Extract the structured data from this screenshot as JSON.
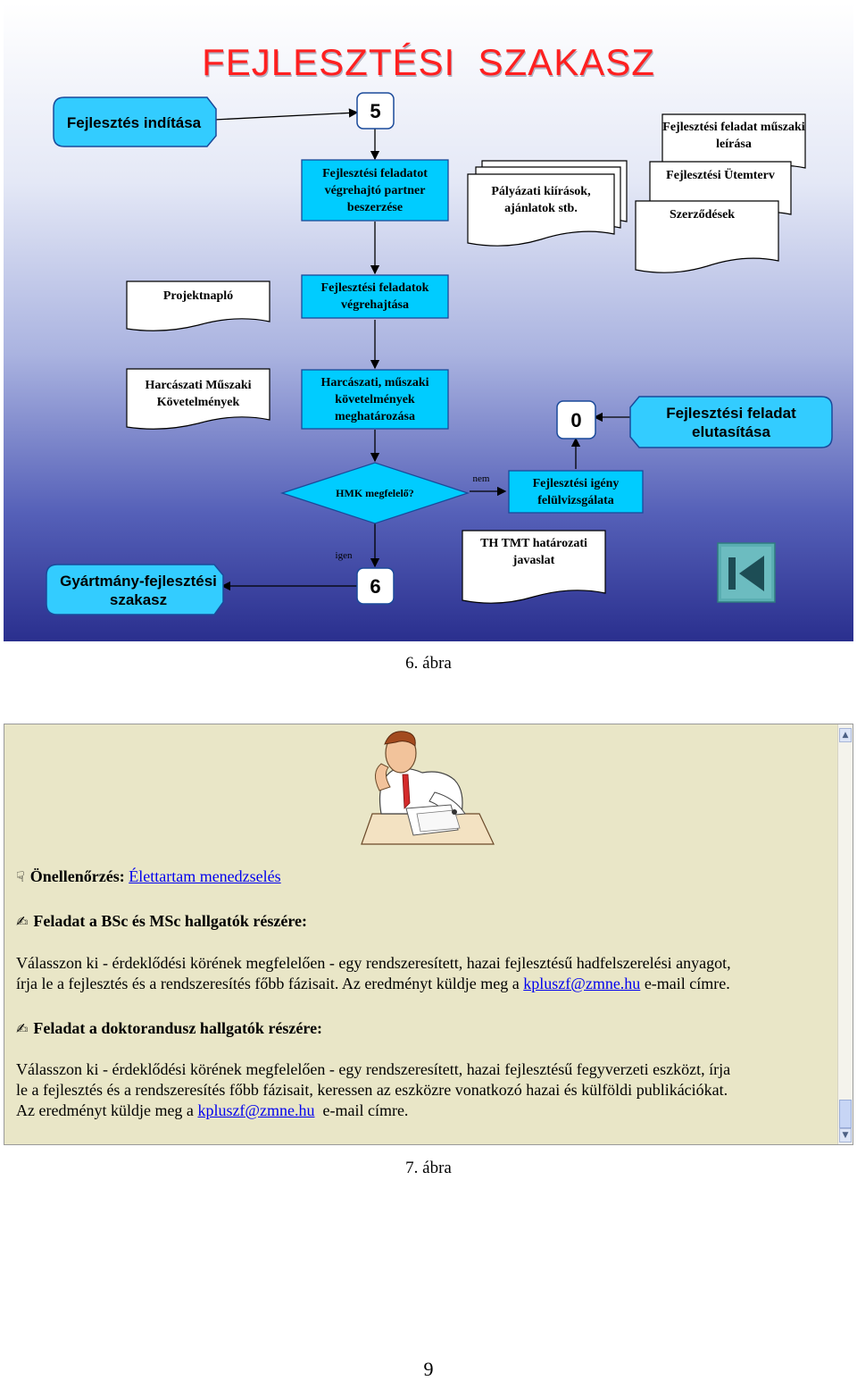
{
  "figure6": {
    "title": "FEJLESZTÉSI  SZAKASZ",
    "start_label": "Fejlesztés indítása",
    "connector_top": "5",
    "step_partner": "Fejlesztési feladatot végrehajtó partner beszerzése",
    "doc_tenders": "Pályázati kiírások, ajánlatok stb.",
    "doc_spec": "Fejlesztési feladat műszaki leírása",
    "doc_schedule": "Fejlesztési Ütemterv",
    "doc_contracts": "Szerződések",
    "doc_log": "Projektnapló",
    "step_execute": "Fejlesztési feladatok végrehajtása",
    "doc_requirements": "Harcászati Műszaki Követelmények",
    "step_requirements": "Harcászati, műszaki követelmények meghatározása",
    "connector_zero": "0",
    "reject_label": "Fejlesztési feladat elutasítása",
    "decision": "HMK megfelelő?",
    "no_label": "nem",
    "step_review": "Fejlesztési igény felülvizsgálata",
    "doc_th": "TH TMT határozati javaslat",
    "yes_label": "igen",
    "connector_bottom": "6",
    "next_phase": "Gyártmány-fejlesztési szakasz",
    "back_icon": "skip-back-icon",
    "caption": "6. ábra"
  },
  "figure7": {
    "illustration": "tired-man-at-desk-illustration",
    "self_check_label": "Önellenőrzés:",
    "self_check_link": "Élettartam menedzselés",
    "task1_heading": "Feladat a BSc és MSc hallgatók részére:",
    "task1_text_1": "Válasszon ki - érdeklődési körének megfelelően - egy rendszeresített, hazai fejlesztésű hadfelszerelési anyagot,",
    "task1_text_2a": "írja le a fejlesztés és a rendszeresítés főbb fázisait. Az eredményt küldje meg a ",
    "task1_email": "kpluszf@zmne.hu",
    "task1_text_2b": " e-mail címre.",
    "task2_heading": "Feladat a doktorandusz hallgatók részére:",
    "task2_text_1": "Válasszon ki - érdeklődési körének megfelelően - egy rendszeresített, hazai fejlesztésű fegyverzeti eszközt, írja",
    "task2_text_2": "le a fejlesztés és a rendszeresítés főbb fázisait, keressen az eszközre vonatkozó hazai és külföldi publikációkat.",
    "task2_text_3a": "Az eredményt küldje meg a ",
    "task2_email": "kpluszf@zmne.hu",
    "task2_text_3b": "  e-mail címre.",
    "caption": "7. ábra"
  },
  "page_number": "9"
}
